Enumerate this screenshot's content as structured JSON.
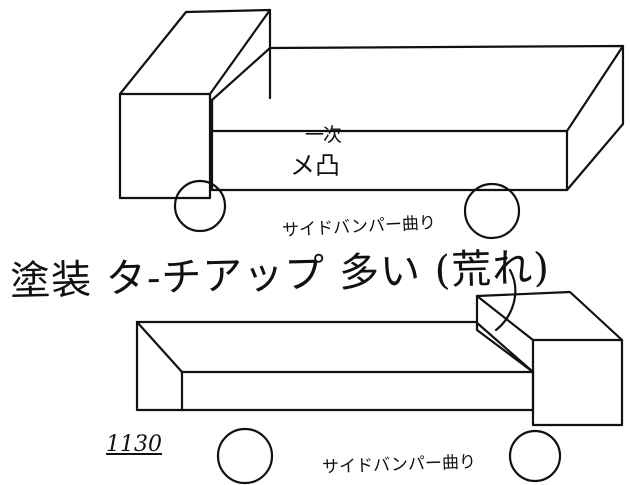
{
  "notes": {
    "top_truck_mark_line1": "一次",
    "top_truck_mark_line2": "メ凸",
    "top_truck_bumper": "サイドバンパー曲り",
    "main_note": "塗装 タ-チアップ 多い (荒れ)",
    "code": "1130",
    "bottom_truck_bumper": "サイドバンパー曲り"
  }
}
